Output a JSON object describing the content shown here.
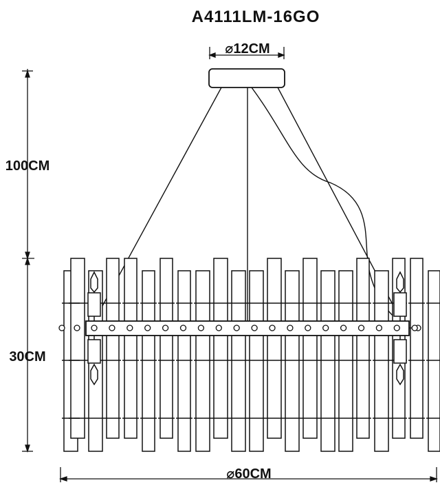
{
  "title": "A4111LM-16GO",
  "dimensions": {
    "canopy_diameter": "⌀12CM",
    "drop_length": "100CM",
    "body_height": "30CM",
    "body_diameter": "⌀60CM"
  },
  "colors": {
    "line": "#111111",
    "background": "#ffffff"
  }
}
